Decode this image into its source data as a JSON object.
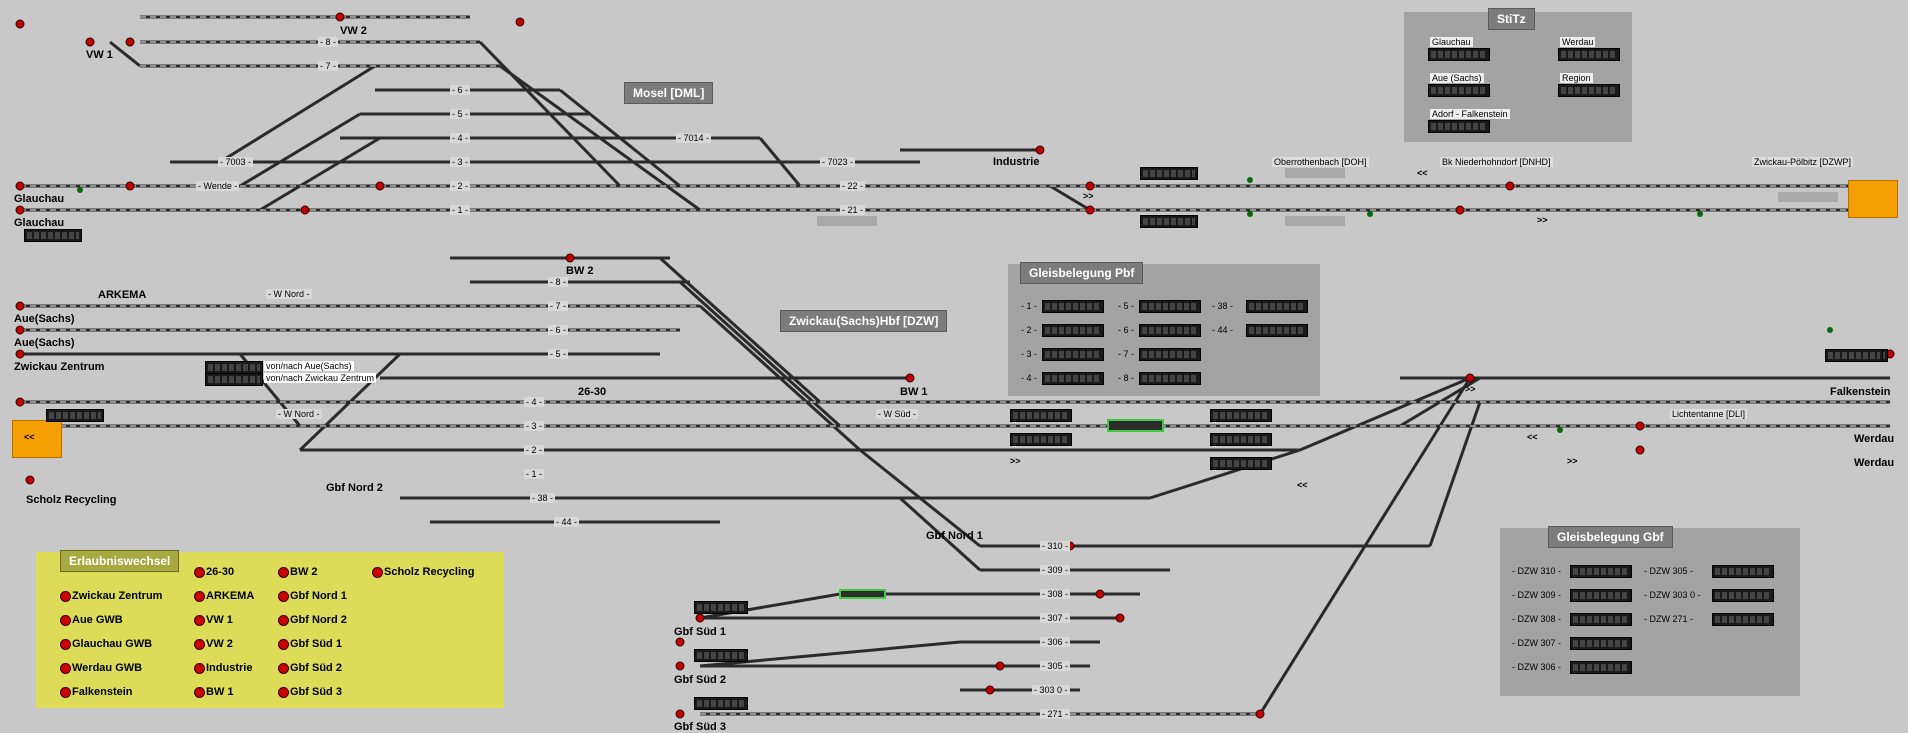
{
  "colors": {
    "background": "#c8c8c8",
    "track": "#2a2a2a",
    "signal_red": "#c00000",
    "signal_green": "#0a6a0a",
    "panel": "#a3a3a3",
    "permission_panel": "#dcdc58",
    "endpoint": "#f5a000"
  },
  "stations": {
    "vw1": "VW 1",
    "vw2": "VW 2",
    "glauchau_a": "Glauchau",
    "glauchau_b": "Glauchau",
    "industrie": "Industrie",
    "arkema": "ARKEMA",
    "aue_a": "Aue(Sachs)",
    "aue_b": "Aue(Sachs)",
    "zwickau_zentrum": "Zwickau Zentrum",
    "bw2": "BW 2",
    "scholz": "Scholz Recycling",
    "gbf_nord2": "Gbf Nord 2",
    "c2630": "26-30",
    "bw1": "BW 1",
    "gbf_nord1": "Gbf Nord 1",
    "gbf_sued1": "Gbf Süd 1",
    "gbf_sued2": "Gbf Süd 2",
    "gbf_sued3": "Gbf Süd 3",
    "falkenstein": "Falkenstein",
    "werdau_a": "Werdau",
    "werdau_b": "Werdau"
  },
  "headings": {
    "mosel": "Mosel [DML]",
    "zwickau_hbf": "Zwickau(Sachs)Hbf [DZW]"
  },
  "line_labels": {
    "oberrothenbach": "Oberrothenbach [DOH]",
    "niederhohndorf": "Bk Niederhohndorf [DNHD]",
    "poelbitz": "Zwickau-Pölbitz [DZWP]",
    "lichtentanne": "Lichtentanne [DLI]"
  },
  "track_labels": [
    "- 8 -",
    "- 7 -",
    "- 6 -",
    "- 5 -",
    "- 4 -",
    "- 3 -",
    "- 2 -",
    "- 1 -",
    "- 7003 -",
    "- 7014 -",
    "- 7023 -",
    "- 22 -",
    "- 21 -",
    "- Wende -",
    "- W Nord -",
    "- W Süd -",
    "- 38 -",
    "- 44 -",
    "- 310 -",
    "- 309 -",
    "- 308 -",
    "- 307 -",
    "- 306 -",
    "- 305 -",
    "- 303 0 -",
    "- 271 -"
  ],
  "legend": {
    "aue": "von/nach Aue(Sachs)",
    "zwickau": "von/nach Zwickau Zentrum"
  },
  "stitz": {
    "title": "StiTz",
    "items": [
      "Glauchau",
      "Werdau",
      "Aue (Sachs)",
      "Region",
      "Adorf - Falkenstein"
    ]
  },
  "pbf": {
    "title": "Gleisbelegung Pbf",
    "rows": [
      "- 1 -",
      "- 2 -",
      "- 3 -",
      "- 4 -",
      "- 5 -",
      "- 6 -",
      "- 7 -",
      "- 8 -",
      "- 38 -",
      "- 44 -"
    ]
  },
  "gbf": {
    "title": "Gleisbelegung Gbf",
    "rows": [
      "- DZW 310 -",
      "- DZW 309 -",
      "- DZW 308 -",
      "- DZW 307 -",
      "- DZW 306 -",
      "- DZW 305 -",
      "- DZW 303 0 -",
      "- DZW 271 -"
    ]
  },
  "permission": {
    "title": "Erlaubniswechsel",
    "items": [
      "26-30",
      "BW 2",
      "Scholz Recycling",
      "Zwickau Zentrum",
      "ARKEMA",
      "Gbf Nord 1",
      "Aue GWB",
      "VW 1",
      "Gbf Nord 2",
      "Glauchau GWB",
      "VW 2",
      "Gbf Süd 1",
      "Werdau GWB",
      "Industrie",
      "Gbf Süd 2",
      "Falkenstein",
      "BW 1",
      "Gbf Süd 3"
    ]
  },
  "arrows": {
    "right": ">>",
    "left": "<<"
  }
}
